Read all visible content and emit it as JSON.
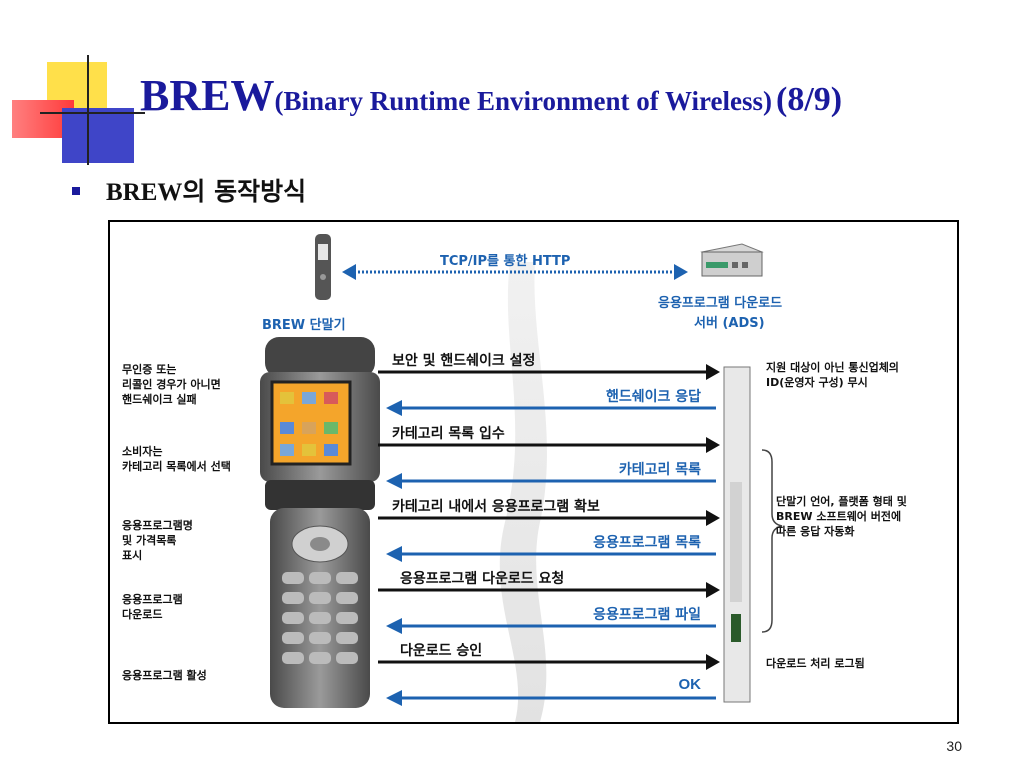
{
  "title": {
    "main": "BREW",
    "paren": "(Binary Runtime Environment of Wireless)",
    "part": "(8/9)"
  },
  "bullet": {
    "latin": "BREW",
    "korean": "의 동작방식"
  },
  "diagram": {
    "top_link_label": "TCP/IP를 통한 HTTP",
    "handset_label": "BREW 단말기",
    "server_label_line1": "응용프로그램 다운로드",
    "server_label_line2": "서버 (ADS)",
    "left_notes": [
      [
        "무인증 또는",
        "리콜인 경우가 아니면",
        "핸드쉐이크 실패"
      ],
      [
        "소비자는",
        "카테고리 목록에서 선택"
      ],
      [
        "응용프로그램명",
        "및 가격목록",
        "표시"
      ],
      [
        "응용프로그램",
        "다운로드"
      ],
      [
        "응용프로그램 활성"
      ]
    ],
    "messages": [
      {
        "text": "보안 및 핸드쉐이크 설정",
        "direction": "to-server"
      },
      {
        "text": "핸드쉐이크 응답",
        "direction": "to-handset"
      },
      {
        "text": "카테고리 목록 입수",
        "direction": "to-server"
      },
      {
        "text": "카테고리 목록",
        "direction": "to-handset"
      },
      {
        "text": "카테고리 내에서 응용프로그램 확보",
        "direction": "to-server"
      },
      {
        "text": "응용프로그램 목록",
        "direction": "to-handset"
      },
      {
        "text": "응용프로그램 다운로드 요청",
        "direction": "to-server"
      },
      {
        "text": "응용프로그램 파일",
        "direction": "to-handset"
      },
      {
        "text": "다운로드 승인",
        "direction": "to-server"
      },
      {
        "text": "OK",
        "direction": "to-handset"
      }
    ],
    "right_notes": [
      [
        "지원 대상이 아닌 통신업체의",
        "ID(운영자 구성) 무시"
      ],
      [
        "단말기 언어, 플랫폼 형태 및",
        "BREW 소프트웨어 버전에",
        "따른 응답 자동화"
      ],
      [
        "다운로드 처리 로그됨"
      ]
    ],
    "colors": {
      "to_server": "#111111",
      "to_handset": "#1d62b0",
      "top_link": "#1d62b0"
    }
  },
  "page_number": "30"
}
